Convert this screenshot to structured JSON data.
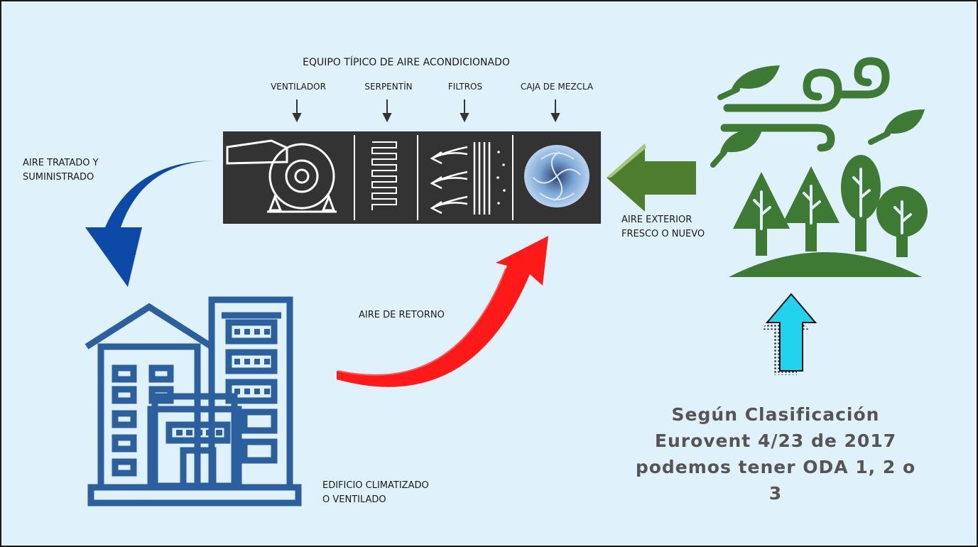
{
  "diagram": {
    "unit_title": "EQUIPO TÍPICO DE AIRE ACONDICIONADO",
    "components": [
      "VENTILADOR",
      "SERPENTÍN",
      "FILTROS",
      "CAJA DE MEZCLA"
    ],
    "supply_air_label": [
      "AIRE TRATADO Y",
      "SUMINISTRADO"
    ],
    "return_air_label": "AIRE DE RETORNO",
    "outdoor_air_label": [
      "AIRE EXTERIOR",
      "FRESCO O NUEVO"
    ],
    "building_label": [
      "EDIFICIO CLIMATIZADO",
      "O VENTILADO"
    ],
    "classification": [
      "Según Clasificación",
      "Eurovent 4/23 de 2017",
      "podemos tener ODA 1, 2 o 3"
    ]
  },
  "colors": {
    "background": "#dff2fb",
    "unit_box": "#333333",
    "supply_arrow": "#0d4aa8",
    "return_arrow": "#ff0000",
    "outdoor_arrow": "#4d7f2e",
    "building": "#2c5f9e",
    "nature": "#3f7a34",
    "up_arrow": "#22d3ee"
  },
  "icons": [
    "arrow-down-icon",
    "fan-icon",
    "coil-icon",
    "filter-icon",
    "mixing-box-icon",
    "wind-leaves-icon",
    "trees-icon",
    "building-icon",
    "up-arrow-icon"
  ]
}
